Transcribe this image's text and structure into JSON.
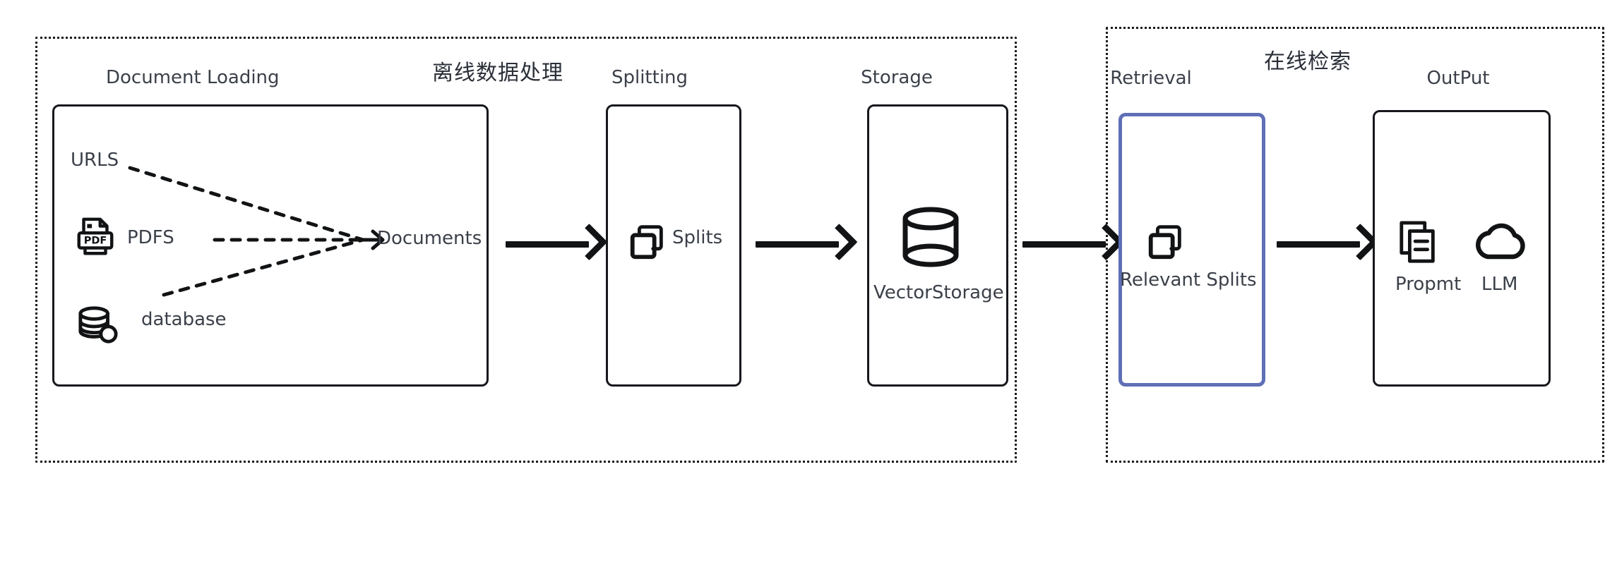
{
  "diagram": {
    "title_offline": "离线数据处理",
    "title_online": "在线检索"
  },
  "panels": [
    {
      "id": "offline",
      "title": "离线数据处理"
    },
    {
      "id": "online",
      "title": "在线检索"
    }
  ],
  "stages": [
    {
      "key": "document_loading",
      "label": "Document Loading"
    },
    {
      "key": "splitting",
      "label": "Splitting"
    },
    {
      "key": "storage",
      "label": "Storage"
    },
    {
      "key": "retrieval",
      "label": "Retrieval"
    },
    {
      "key": "output",
      "label": "OutPut"
    }
  ],
  "document_loading": {
    "sources": [
      {
        "key": "urls",
        "label": "URLS",
        "icon": "none"
      },
      {
        "key": "pdfs",
        "label": "PDFS",
        "icon": "pdf-file-icon"
      },
      {
        "key": "database",
        "label": "database",
        "icon": "database-icon"
      }
    ],
    "target_label": "Documents"
  },
  "splitting": {
    "item_label": "Splits",
    "icon": "copy-squares-icon"
  },
  "storage": {
    "item_label": "VectorStorage",
    "icon": "cylinder-database-icon"
  },
  "retrieval": {
    "item_label": "Relevant Splits",
    "icon": "copy-squares-icon",
    "highlighted": true
  },
  "output": {
    "items": [
      {
        "key": "prompt",
        "label": "Propmt",
        "icon": "documents-stack-icon"
      },
      {
        "key": "llm",
        "label": "LLM",
        "icon": "cloud-icon"
      }
    ]
  },
  "arrows": [
    {
      "key": "loading-to-splitting",
      "from": "document_loading",
      "to": "splitting"
    },
    {
      "key": "splitting-to-storage",
      "from": "splitting",
      "to": "storage"
    },
    {
      "key": "storage-to-retrieval",
      "from": "storage",
      "to": "retrieval"
    },
    {
      "key": "retrieval-to-output",
      "from": "retrieval",
      "to": "output"
    }
  ],
  "colors": {
    "stroke": "#16181c",
    "accent_blue": "#5f6fb6",
    "text": "#3b4049",
    "background": "#ffffff"
  }
}
